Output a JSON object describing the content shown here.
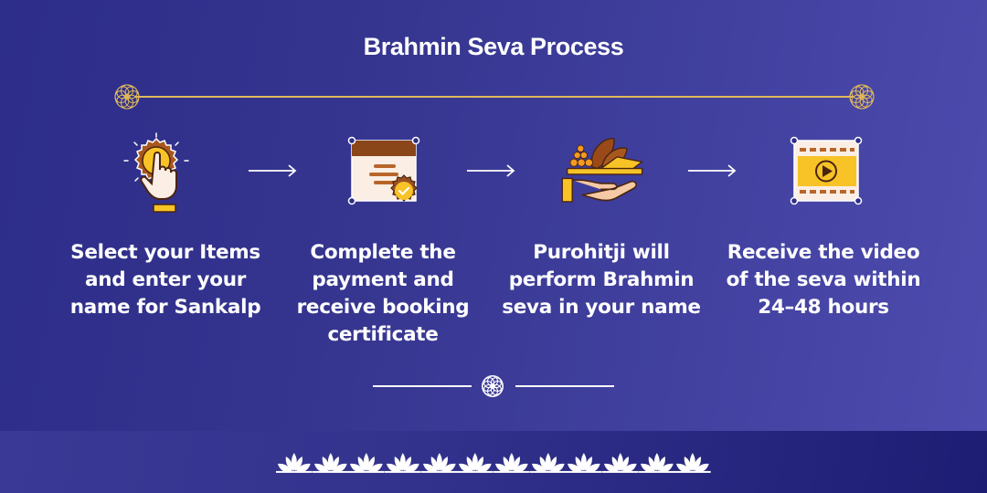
{
  "title": "Brahmin Seva Process",
  "colors": {
    "background_start": "#2d2d8a",
    "background_end": "#4e4cae",
    "band_start": "#3a3a96",
    "band_end": "#1d1d74",
    "gold_rule": "#e0b95a",
    "text": "#ffffff",
    "icon_yellow": "#f7c326",
    "icon_brown": "#8a4a1c",
    "icon_dark": "#4a2410",
    "icon_cream": "#fbeee4"
  },
  "steps": [
    {
      "icon": "tap-button-icon",
      "text": "Select your Items and enter your name for Sankalp"
    },
    {
      "icon": "certificate-icon",
      "text": "Complete the payment and receive booking certificate"
    },
    {
      "icon": "offering-hand-icon",
      "text": "Purohitji will perform Brahmin seva in your name"
    },
    {
      "icon": "video-play-icon",
      "text": "Receive the video of the seva within 24–48 hours"
    }
  ],
  "arrows": [
    "arrow-right-icon",
    "arrow-right-icon",
    "arrow-right-icon"
  ],
  "decor": {
    "top_ornament": "mandala-icon",
    "bottom_ornament": "flower-icon",
    "lotus_count": 12,
    "lotus_icon": "lotus-icon"
  }
}
